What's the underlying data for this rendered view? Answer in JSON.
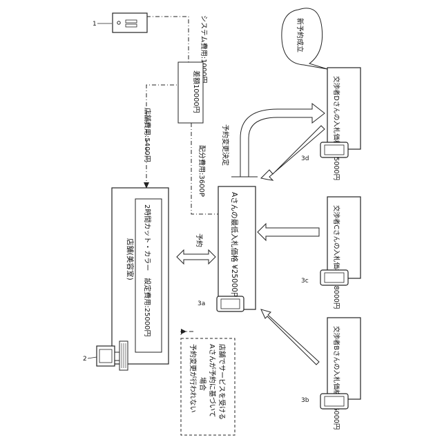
{
  "labels": {
    "server": "1",
    "terminal": "2",
    "phone_a": "3a",
    "phone_b": "3b",
    "phone_c": "3c",
    "phone_d": "3d"
  },
  "shop": {
    "title": "店舗(美容室)",
    "service": "2時間カット・カラー　設定費用:25000円"
  },
  "fees": {
    "system": "システム費用:1000円",
    "store": "店舗費用:5400円",
    "difference": "差額10000円",
    "distribution": "配分費用:3600P"
  },
  "bids": {
    "a": "Aさんの最低入札価格 ¥25000円",
    "b": "交渉者Bさんの入札価格 ¥26000円",
    "c": "交渉者Cさんの入札価格 ¥28000円",
    "d": "交渉者Dさんの入札価格 ¥35000円"
  },
  "arrows": {
    "reserve": "予約",
    "change_decided": "予約変更決定"
  },
  "callout": {
    "new_reservation": "新予約成立"
  },
  "note": {
    "line1": "予約変更が行われない",
    "line2": "場合",
    "line3": "Aさんが予約に基づいて",
    "line4": "店舗でサービスを受ける"
  }
}
